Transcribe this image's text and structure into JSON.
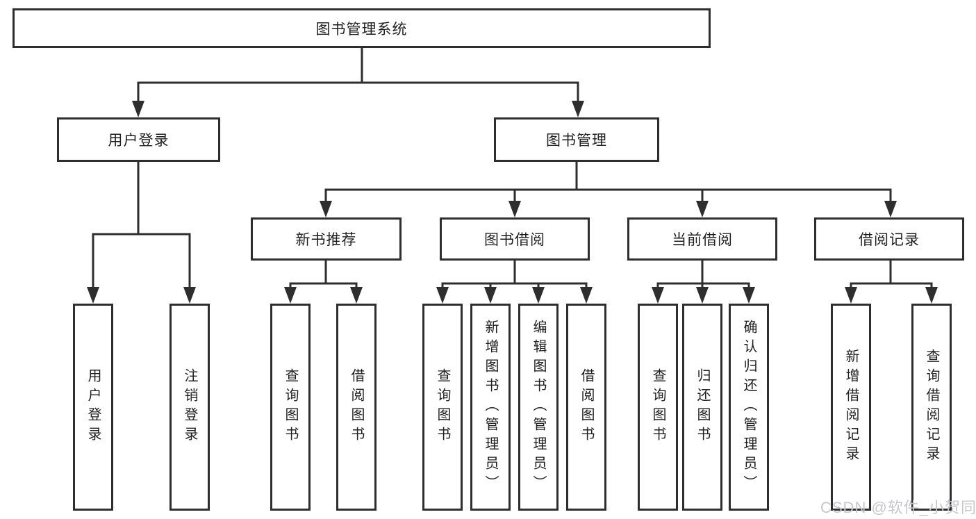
{
  "diagram": {
    "type": "hierarchy-tree",
    "root": {
      "label": "图书管理系统"
    },
    "level1": [
      {
        "id": "user-login-group",
        "label": "用户登录",
        "parent": "图书管理系统"
      },
      {
        "id": "book-management",
        "label": "图书管理",
        "parent": "图书管理系统"
      }
    ],
    "level2": [
      {
        "id": "new-book-recommend",
        "label": "新书推荐",
        "parent": "图书管理"
      },
      {
        "id": "book-borrowing",
        "label": "图书借阅",
        "parent": "图书管理"
      },
      {
        "id": "current-borrowing",
        "label": "当前借阅",
        "parent": "图书管理"
      },
      {
        "id": "borrowing-records",
        "label": "借阅记录",
        "parent": "图书管理"
      }
    ],
    "leaves": [
      {
        "label": "用户登录",
        "parent": "用户登录"
      },
      {
        "label": "注销登录",
        "parent": "用户登录"
      },
      {
        "label": "查询图书",
        "parent": "新书推荐"
      },
      {
        "label": "借阅图书",
        "parent": "新书推荐"
      },
      {
        "label": "查询图书",
        "parent": "图书借阅"
      },
      {
        "label": "新增图书（管理员）",
        "parent": "图书借阅"
      },
      {
        "label": "编辑图书（管理员）",
        "parent": "图书借阅"
      },
      {
        "label": "借阅图书",
        "parent": "图书借阅"
      },
      {
        "label": "查询图书",
        "parent": "当前借阅"
      },
      {
        "label": "归还图书",
        "parent": "当前借阅"
      },
      {
        "label": "确认归还（管理员）",
        "parent": "当前借阅"
      },
      {
        "label": "新增借阅记录",
        "parent": "借阅记录"
      },
      {
        "label": "查询借阅记录",
        "parent": "借阅记录"
      }
    ],
    "colors": {
      "line": "#2e2e2e",
      "box_border": "#2e2e2e",
      "box_fill": "#ffffff",
      "text": "#1f1f1f"
    }
  },
  "watermark": {
    "text": "CSDN @软件_小贺同学",
    "color": "#c7c7cb"
  }
}
